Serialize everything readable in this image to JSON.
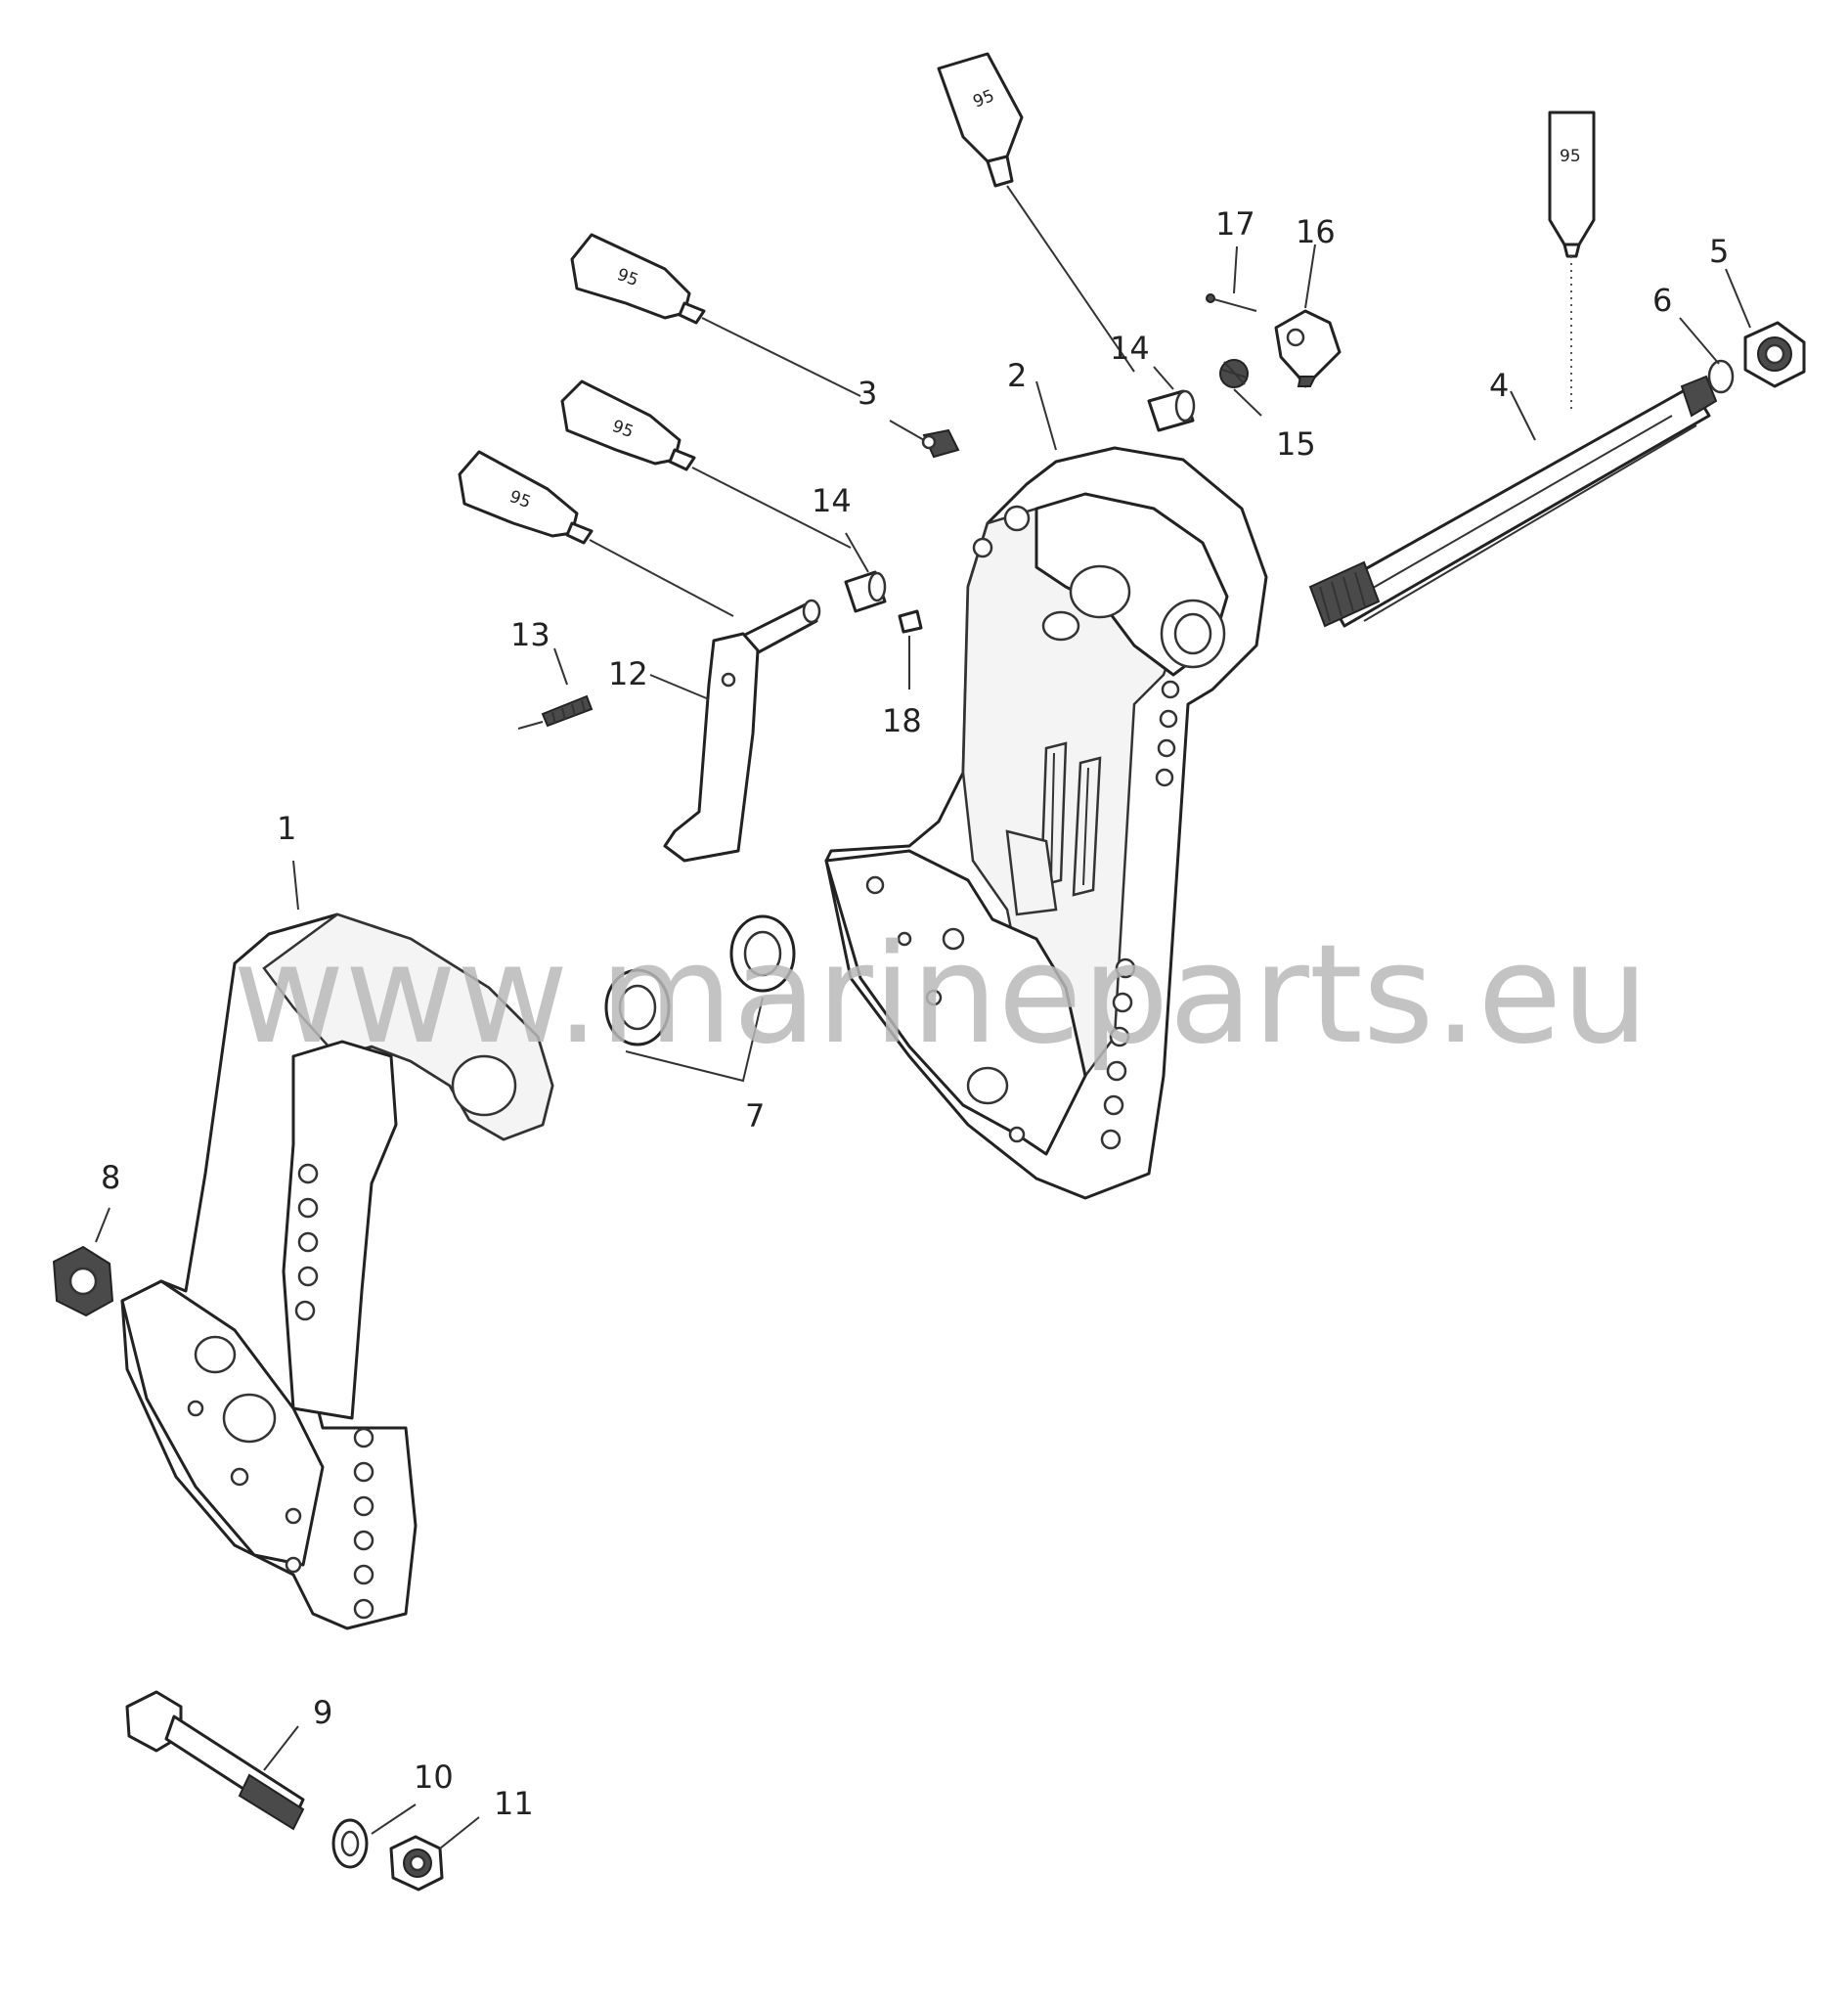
{
  "watermark": "www.marineparts.eu",
  "callouts": {
    "c1": "1",
    "c2": "2",
    "c3": "3",
    "c4": "4",
    "c5": "5",
    "c6": "6",
    "c7": "7",
    "c8": "8",
    "c9": "9",
    "c10": "10",
    "c11": "11",
    "c12": "12",
    "c13": "13",
    "c14a": "14",
    "c14b": "14",
    "c15": "15",
    "c16": "16",
    "c17": "17",
    "c18": "18"
  },
  "lubricant_tubes": {
    "t1": "95",
    "t2": "95",
    "t3": "95",
    "t4": "95",
    "t5": "95"
  }
}
